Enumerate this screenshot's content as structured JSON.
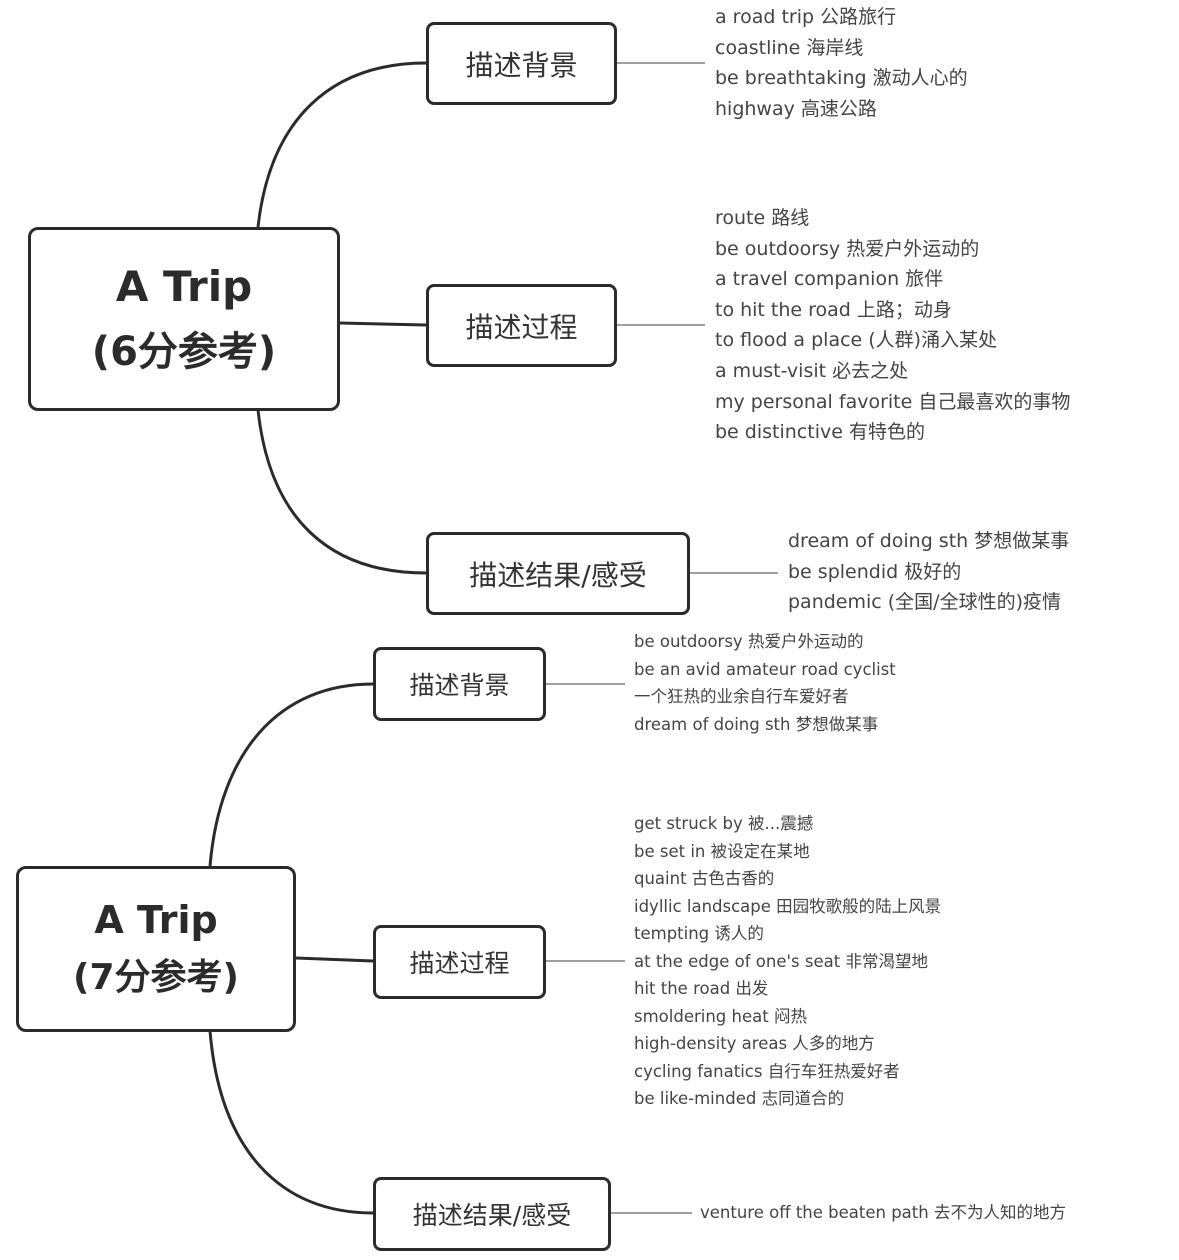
{
  "maps": [
    {
      "root": {
        "title": "A Trip",
        "subtitle": "(6分参考)"
      },
      "branches": [
        {
          "label": "描述背景",
          "items": [
            "a road trip 公路旅行",
            "coastline 海岸线",
            "be breathtaking 激动人心的",
            "highway 高速公路"
          ]
        },
        {
          "label": "描述过程",
          "items": [
            "route 路线",
            "be outdoorsy 热爱户外运动的",
            "a travel companion 旅伴",
            "to hit the road 上路；动身",
            "to flood a place (人群)涌入某处",
            "a must-visit 必去之处",
            "my personal favorite 自己最喜欢的事物",
            "be distinctive 有特色的"
          ]
        },
        {
          "label": "描述结果/感受",
          "items": [
            "dream of doing sth 梦想做某事",
            "be splendid 极好的",
            "pandemic (全国/全球性的)疫情"
          ]
        }
      ]
    },
    {
      "root": {
        "title": "A Trip",
        "subtitle": "(7分参考)"
      },
      "branches": [
        {
          "label": "描述背景",
          "items": [
            "be outdoorsy 热爱户外运动的",
            "be an avid amateur road cyclist",
            "一个狂热的业余自行车爱好者",
            "dream of doing sth 梦想做某事"
          ]
        },
        {
          "label": "描述过程",
          "items": [
            "get struck by 被...震撼",
            "be set in 被设定在某地",
            "quaint 古色古香的",
            "idyllic landscape 田园牧歌般的陆上风景",
            "tempting 诱人的",
            "at the edge of one's seat 非常渴望地",
            "hit the road 出发",
            "smoldering heat 闷热",
            "high-density areas 人多的地方",
            "cycling fanatics 自行车狂热爱好者",
            "be like-minded 志同道合的"
          ]
        },
        {
          "label": "描述结果/感受",
          "items": [
            "venture off the beaten path 去不为人知的地方"
          ]
        }
      ]
    }
  ]
}
